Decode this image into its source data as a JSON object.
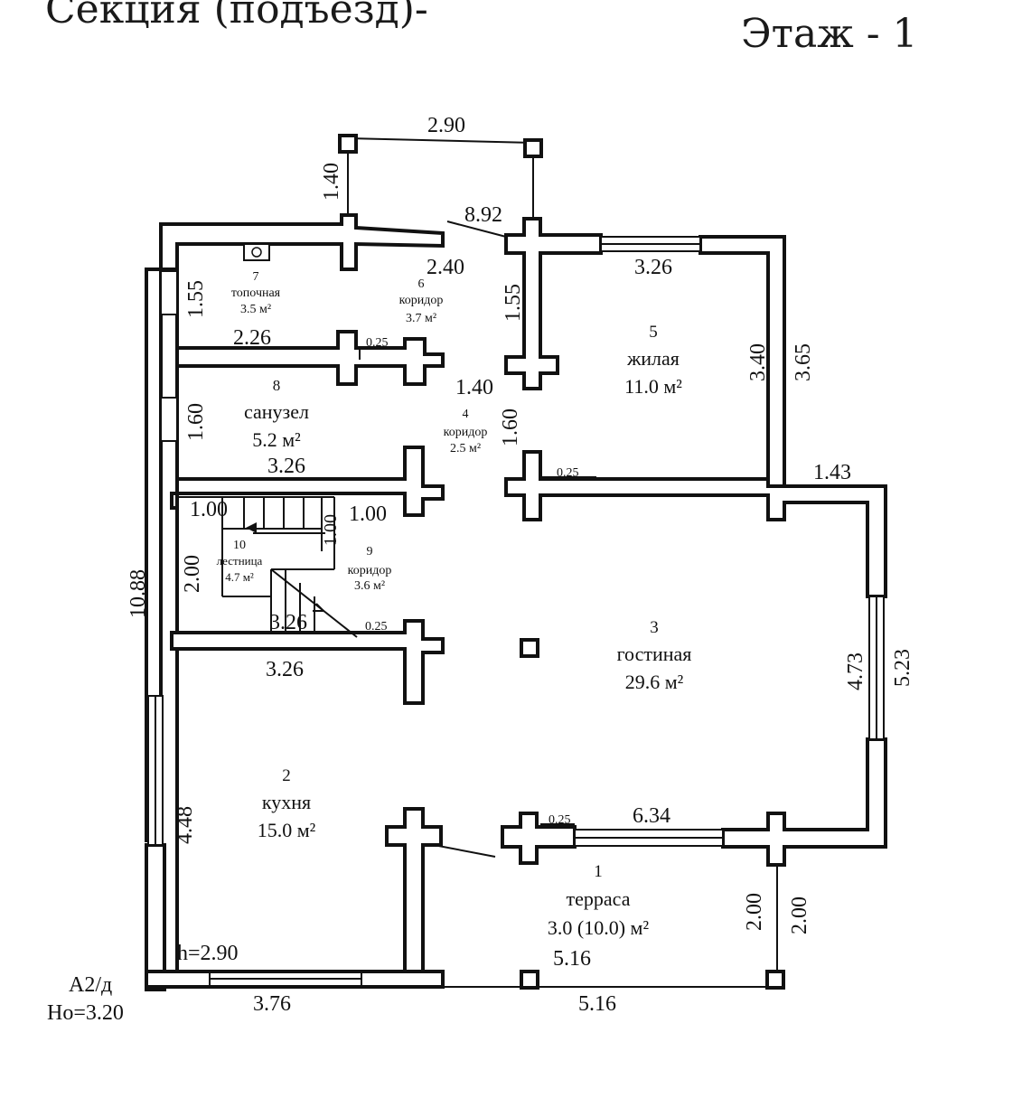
{
  "header": {
    "section": "Секция (подъезд)-",
    "floor": "Этаж - 1"
  },
  "rooms": [
    {
      "num": "1",
      "name": "терраса",
      "area": "3.0 (10.0) м²"
    },
    {
      "num": "2",
      "name": "кухня",
      "area": "15.0 м²"
    },
    {
      "num": "3",
      "name": "гостиная",
      "area": "29.6 м²"
    },
    {
      "num": "4",
      "name": "коридор",
      "area": "2.5 м²"
    },
    {
      "num": "5",
      "name": "жилая",
      "area": "11.0 м²"
    },
    {
      "num": "6",
      "name": "коридор",
      "area": "3.7 м²"
    },
    {
      "num": "7",
      "name": "топочная",
      "area": "3.5 м²"
    },
    {
      "num": "8",
      "name": "санузел",
      "area": "5.2 м²"
    },
    {
      "num": "9",
      "name": "коридор",
      "area": "3.6 м²"
    },
    {
      "num": "10",
      "name": "лестница",
      "area": "4.7 м²"
    }
  ],
  "dims": {
    "top_porch_width": "2.90",
    "top_porch_depth": "1.40",
    "diag_892": "8.92",
    "corr6_width": "2.40",
    "room5_top": "3.26",
    "room7_height": "1.55",
    "corr6_height": "1.55",
    "room7_width": "2.26",
    "wall_025_a": "0.25",
    "corr4_width": "1.40",
    "room5_inner_height": "3.40",
    "room5_outer_height": "3.65",
    "room8_height": "1.60",
    "corr4_height": "1.60",
    "room8_width": "3.26",
    "wall_025_b": "0.25",
    "right_ext": "1.43",
    "stair_top_left": "1.00",
    "stair_top_right": "1.00",
    "stair_mid": "1.00",
    "stair_height": "2.00",
    "overall_height": "10.88",
    "stair_inner_width": "3.26",
    "wall_025_c": "0.25",
    "kitchen_top_width": "3.26",
    "living_inner_height": "4.73",
    "living_outer_height": "5.23",
    "kitchen_height": "4.48",
    "wall_025_d": "0.25",
    "living_bottom_width": "6.34",
    "terrace_inner_depth": "2.00",
    "terrace_outer_depth": "2.00",
    "ceiling_height": "h=2.90",
    "terrace_inner_width": "5.16",
    "bottom_left": "3.76",
    "bottom_right": "5.16"
  },
  "footer": {
    "code": "А2/д",
    "height": "Но=3.20"
  }
}
